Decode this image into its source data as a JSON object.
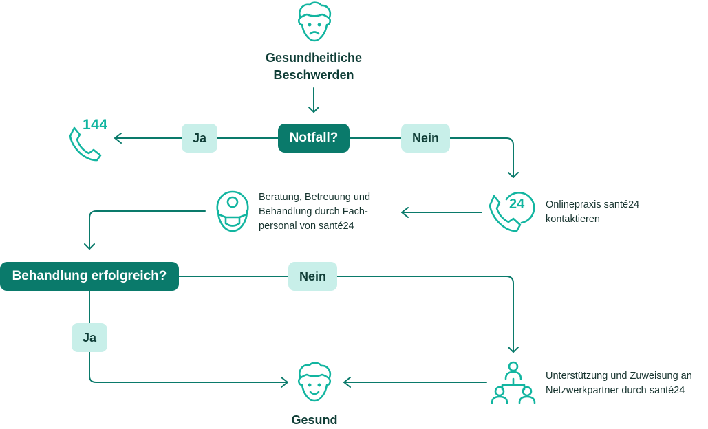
{
  "start": {
    "title_line1": "Gesundheitliche",
    "title_line2": "Beschwerden"
  },
  "decision_emergency": {
    "label": "Notfall?",
    "yes_label": "Ja",
    "no_label": "Nein",
    "emergency_number": "144"
  },
  "online_practice": {
    "icon_number": "24",
    "line1": "Onlinepraxis santé24",
    "line2": "kontaktieren"
  },
  "consultation": {
    "line1": "Beratung, Betreuung und",
    "line2": "Behandlung durch Fach-",
    "line3": "personal von santé24"
  },
  "decision_treatment": {
    "label": "Behandlung erfolgreich?",
    "yes_label": "Ja",
    "no_label": "Nein"
  },
  "referral": {
    "line1": "Unterstützung und Zuweisung an",
    "line2": "Netzwerkpartner durch santé24"
  },
  "end": {
    "title": "Gesund"
  },
  "colors": {
    "primary": "#0a7a6b",
    "icon": "#12b5a0",
    "light": "#c8efe9",
    "text": "#0f3d36"
  }
}
